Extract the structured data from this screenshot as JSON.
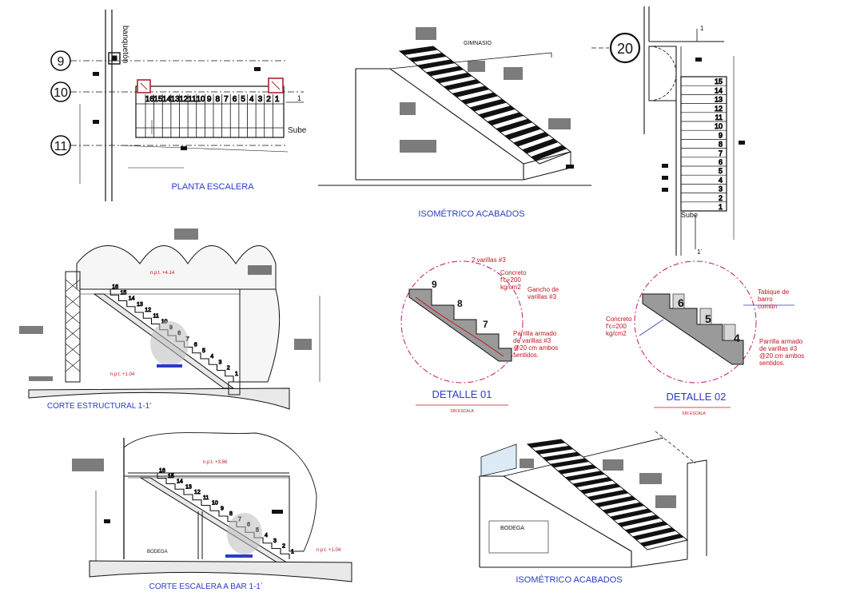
{
  "colors": {
    "title_blue": "#2a3cc4",
    "note_red": "#c0141e",
    "line": "#111111",
    "dash_magenta": "#c0186a"
  },
  "plan": {
    "title": "PLANTA ESCALERA",
    "banqueton": "banquetón",
    "sube": "Sube",
    "axes": [
      "9",
      "10",
      "11"
    ],
    "steps": [
      "16",
      "15",
      "14",
      "13",
      "12",
      "11",
      "10",
      "9",
      "8",
      "7",
      "6",
      "5",
      "4",
      "3",
      "2",
      "1"
    ],
    "cut_mark": "1"
  },
  "iso_top": {
    "title": "ISOMÉTRICO ACABADOS",
    "gimnasio": "GIMNASIO"
  },
  "side_plan": {
    "axis": "20",
    "steps": [
      "15",
      "14",
      "13",
      "12",
      "11",
      "10",
      "9",
      "8",
      "7",
      "6",
      "5",
      "4",
      "3",
      "2",
      "1"
    ],
    "sube": "Sube",
    "cut_top": "1",
    "cut_bottom": "1´"
  },
  "corte_estructural": {
    "title": "CORTE ESTRUCTURAL 1-1'",
    "npt_top": "n.p.t. +4.14",
    "npt_bottom": "n.p.t. +1.04",
    "steps": [
      "16",
      "15",
      "14",
      "13",
      "12",
      "11",
      "10",
      "9",
      "8",
      "7",
      "6",
      "5",
      "4",
      "3",
      "2",
      "1"
    ]
  },
  "detalle01": {
    "title": "DETALLE 01",
    "subtitle": "SIN ESCALA",
    "note_varillas": "2 varillas #3",
    "note_concreto": "Concreto\nf'c=200\nkg/cm2",
    "note_gancho": "Gancho de\nvarillas #3",
    "note_parrilla": "Parrilla armado\nde varillas #3\n@20 cm ambos\nsentidos.",
    "steps": [
      "9",
      "8",
      "7"
    ]
  },
  "detalle02": {
    "title": "DETALLE 02",
    "subtitle": "SIN ESCALA",
    "note_tabique": "Tabique de\nbarro\ncomún",
    "note_concreto": "Concreto\nf'c=200\nkg/cm2",
    "note_parrilla": "Parrilla armado\nde varillas #3\n@20 cm ambos\nsentidos.",
    "steps": [
      "6",
      "5",
      "4"
    ]
  },
  "corte_bar": {
    "title": "CORTE ESCALERA A BAR 1-1´",
    "npt_top": "n.p.t. +3.86",
    "npt_bottom": "n.p.t. +1.04",
    "bodega": "BODEGA",
    "steps": [
      "16",
      "15",
      "14",
      "13",
      "12",
      "11",
      "10",
      "9",
      "8",
      "7",
      "6",
      "5",
      "4",
      "3",
      "2",
      "1"
    ]
  },
  "iso_bottom": {
    "title": "ISOMÉTRICO ACABADOS",
    "bodega": "BODEGA"
  }
}
